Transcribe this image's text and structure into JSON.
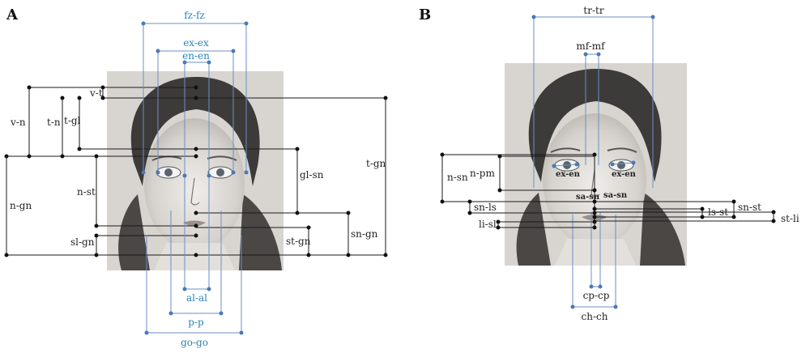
{
  "colors": {
    "black_line": "#1a1a1a",
    "blue_line": "#6b8fc6",
    "blue_text": "#2a84b6",
    "photo_bg": "#d9d6d2"
  },
  "panel_a": {
    "letter": "A",
    "blue_labels": {
      "fz_fz": "fz-fz",
      "ex_ex": "ex-ex",
      "en_en": "en-en",
      "al_al": "al-al",
      "p_p": "p-p",
      "go_go": "go-go"
    },
    "black_labels": {
      "v_t": "v-t",
      "v_n": "v-n",
      "t_n": "t-n",
      "t_gl": "t-gl",
      "n_st": "n-st",
      "n_gn": "n-gn",
      "sl_gn": "sl-gn",
      "gl_sn": "gl-sn",
      "t_gn": "t-gn",
      "sn_gn": "sn-gn",
      "st_gn": "st-gn"
    }
  },
  "panel_b": {
    "letter": "B",
    "labels": {
      "tr_tr": "tr-tr",
      "mf_mf": "mf-mf",
      "n_sn": "n-sn",
      "n_pm": "n-pm",
      "ex_en_left": "ex-en",
      "ex_en_right": "ex-en",
      "sa_sn_left": "sa-sn",
      "sa_sn_right": "sa-sn",
      "sn_ls": "sn-ls",
      "li_sl": "li-sl",
      "ls_st": "ls-st",
      "sn_st": "sn-st",
      "st_li": "st-li",
      "cp_cp": "cp-cp",
      "ch_ch": "ch-ch"
    }
  }
}
